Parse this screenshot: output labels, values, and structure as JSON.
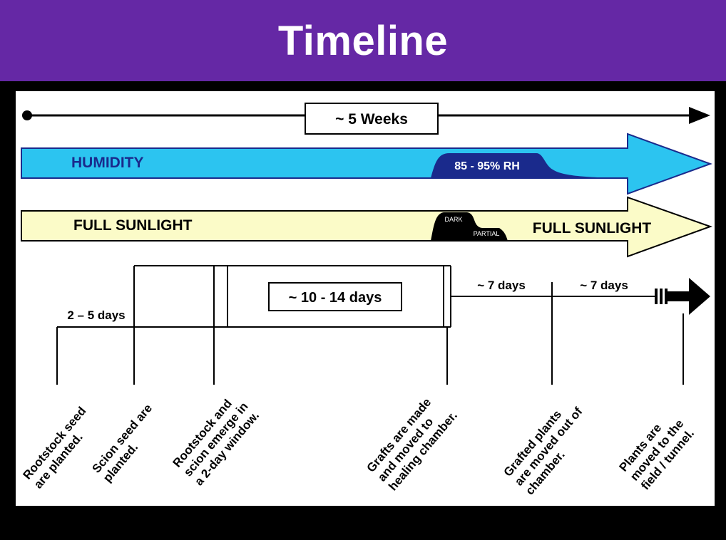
{
  "title": "Timeline",
  "total_duration": "~ 5 Weeks",
  "humidity": {
    "label": "HUMIDITY",
    "level": "85 - 95% RH",
    "color": "#2cc4f0",
    "level_color": "#1a2a8c"
  },
  "sunlight": {
    "label_start": "FULL SUNLIGHT",
    "dark": "DARK",
    "partial": "PARTIAL",
    "label_end": "FULL SUNLIGHT",
    "color": "#fbfbc8"
  },
  "durations": {
    "d1": "2 – 5 days",
    "d2": "~ 10 - 14 days",
    "d3": "~ 7 days",
    "d4": "~ 7 days"
  },
  "milestones": [
    [
      "Rootstock seed",
      "are planted."
    ],
    [
      "Scion seed are",
      "planted."
    ],
    [
      "Rootstock and",
      "scion emerge in",
      "a 2-day window."
    ],
    [
      "Grafts are made",
      "and moved to",
      "healing chamber."
    ],
    [
      "Grafted plants",
      "are moved out of",
      "chamber."
    ],
    [
      "Plants are",
      "moved to the",
      "field / tunnel."
    ]
  ]
}
